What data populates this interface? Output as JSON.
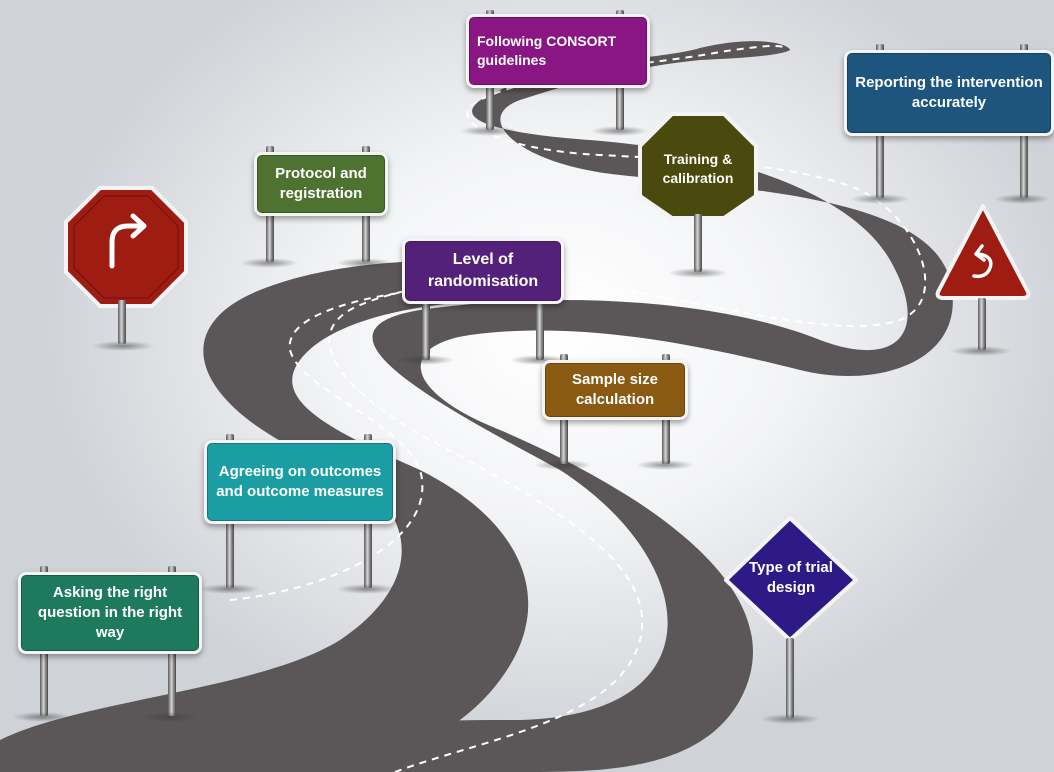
{
  "signs": {
    "asking": "Asking the right question in the right way",
    "agreeing": "Agreeing on outcomes and outcome measures",
    "protocol": "Protocol and registration",
    "level": "Level of randomisation",
    "sample": "Sample size calculation",
    "consort": "Following CONSORT guidelines",
    "training": "Training & calibration",
    "reporting": "Reporting the intervention accurately",
    "trial": "Type of trial design"
  },
  "icons": {
    "left_octagon": "turn-right-arrow-icon",
    "right_triangle": "u-turn-arrow-icon"
  },
  "colors": {
    "road": "#5b5657",
    "asking": "#1e7a5c",
    "agreeing": "#1a9ea3",
    "protocol": "#4e7230",
    "level": "#54217a",
    "sample": "#8a5a12",
    "consort": "#8a1684",
    "training": "#4a4a0e",
    "reporting": "#1d557f",
    "trial": "#2d1a86",
    "warning_red": "#9e1c12"
  }
}
